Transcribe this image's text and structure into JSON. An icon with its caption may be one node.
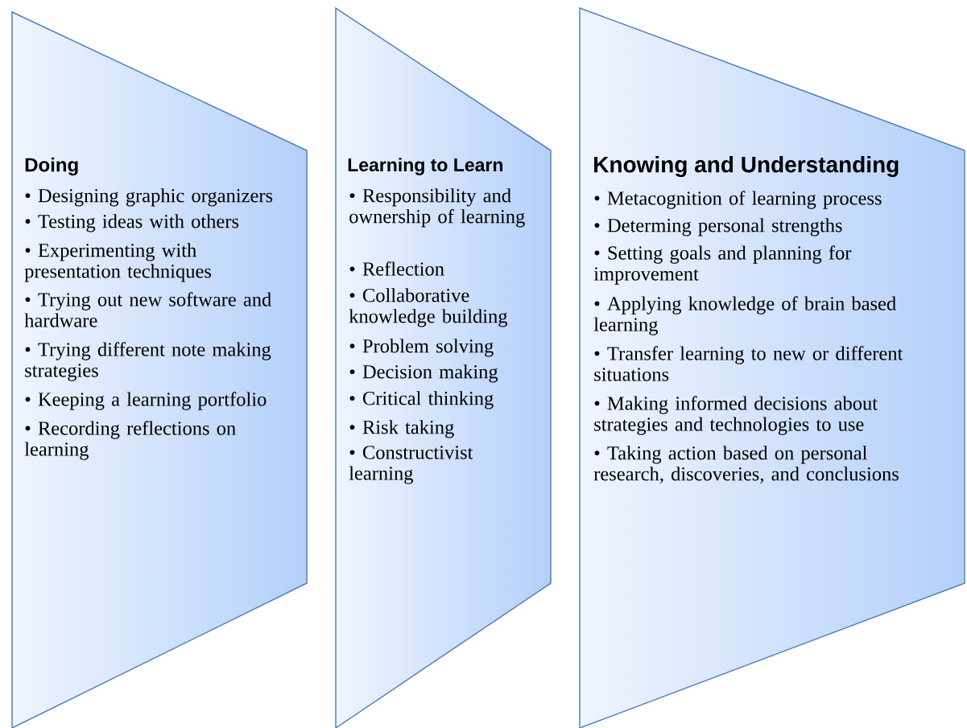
{
  "diagram": {
    "nodes": [
      {
        "text": [
          "Doing",
          "• Designing graphic organizers",
          "• Testing ideas with others",
          "• Experimenting with presentation techniques",
          "• Trying out new software and hardware",
          "• Trying different note making strategies",
          "• Keeping a learning portfolio",
          "• Recording reflections on learning"
        ]
      },
      {
        "text": [
          "Learning to Learn",
          "• Responsibility and ownership of learning",
          "• Reflection",
          "• Collaborative knowledge building",
          "• Problem solving",
          "• Decision making",
          "• Critical thinking",
          "• Risk taking",
          "• Constructivist learning"
        ]
      },
      {
        "text": [
          "Knowing and Understanding",
          "• Metacognition of learning process",
          "• Determing personal strengths",
          "• Setting goals and planning for improvement",
          "• Applying knowledge of brain based learning",
          "• Transfer learning to new or different situations",
          "• Making informed decisions about strategies and technologies to use",
          "• Taking action based on personal research, discoveries, and conclusions"
        ]
      }
    ]
  }
}
